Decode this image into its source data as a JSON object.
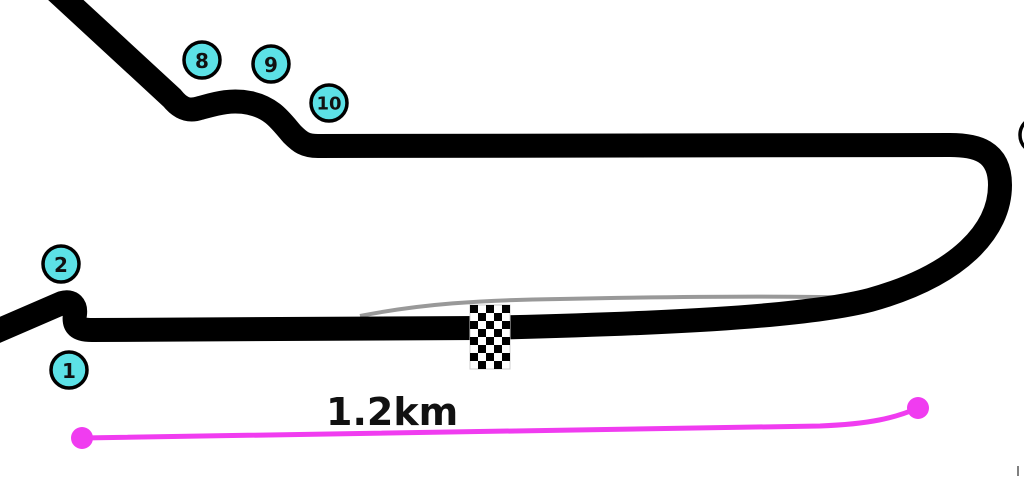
{
  "map": {
    "track_color": "#000000",
    "pit_lane_color": "#999999",
    "marker_color": "#5ce1e6",
    "scale_bar_color": "#f03cf0",
    "corners": [
      {
        "label": "1"
      },
      {
        "label": "2"
      },
      {
        "label": "8"
      },
      {
        "label": "9"
      },
      {
        "label": "10"
      }
    ],
    "scale_label": "1.2km",
    "start_finish_icon": "checkered-flag-icon"
  }
}
